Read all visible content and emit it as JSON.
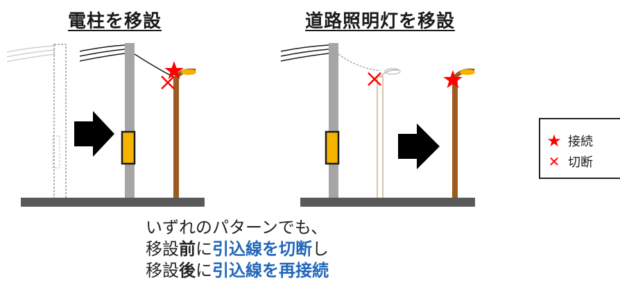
{
  "titles": {
    "left": "電柱を移設",
    "right": "道路照明灯を移設"
  },
  "legend": {
    "connect": {
      "symbol": "★",
      "label": "接続"
    },
    "cut": {
      "symbol": "✕",
      "label": "切断"
    }
  },
  "caption": {
    "line1": "いずれのパターンでも、",
    "line2": {
      "pre": "移設",
      "bold": "前",
      "mid": "に",
      "blue": "引込線を切断",
      "post": "し"
    },
    "line3": {
      "pre": "移設",
      "bold": "後",
      "mid": "に",
      "blue": "引込線を再接続",
      "post": ""
    }
  },
  "colors": {
    "pole_gray": "#a6a6a6",
    "light_pole": "#9c5b1f",
    "transformer": "#f5b400",
    "ground": "#595959",
    "mark_red": "#ff0000",
    "caption_blue": "#2166b8"
  }
}
